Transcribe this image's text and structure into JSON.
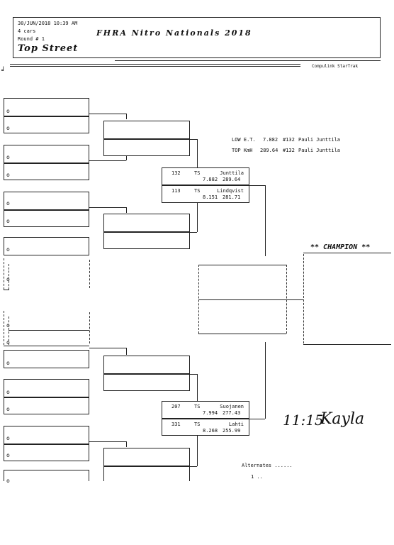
{
  "header": {
    "datetime": "30/JUN/2018   10:39 AM",
    "cars": "4 cars",
    "round": "Round # 1",
    "event_title": "FHRA Nitro Nationals 2018",
    "class_name": "Top Street",
    "software": "Compulink  StarTrak"
  },
  "records": {
    "low_et": {
      "label": "LOW E.T.",
      "value": "7.882",
      "car": "#132",
      "driver": "Pauli Junttila"
    },
    "top_speed": {
      "label": "TOP KmH",
      "value": "289.64",
      "car": "#132",
      "driver": "Pauli Junttila"
    }
  },
  "matchups": [
    {
      "top": {
        "number": "132",
        "class": "TS",
        "name": "Junttila",
        "et": "7.882",
        "speed": "289.64"
      },
      "bottom": {
        "number": "113",
        "class": "TS",
        "name": "Lindqvist",
        "et": "8.151",
        "speed": "281.71"
      }
    },
    {
      "top": {
        "number": "207",
        "class": "TS",
        "name": "Suojanen",
        "et": "7.994",
        "speed": "277.43"
      },
      "bottom": {
        "number": "331",
        "class": "TS",
        "name": "Lahti",
        "et": "8.268",
        "speed": "255.99"
      }
    }
  ],
  "champion_label": "** CHAMPION **",
  "alternates": {
    "label": "Alternates ......",
    "first": "1 .."
  },
  "bullet": "o",
  "handwriting": {
    "time": "11:15",
    "signature": "Kayla"
  },
  "margin_mark": "╛"
}
